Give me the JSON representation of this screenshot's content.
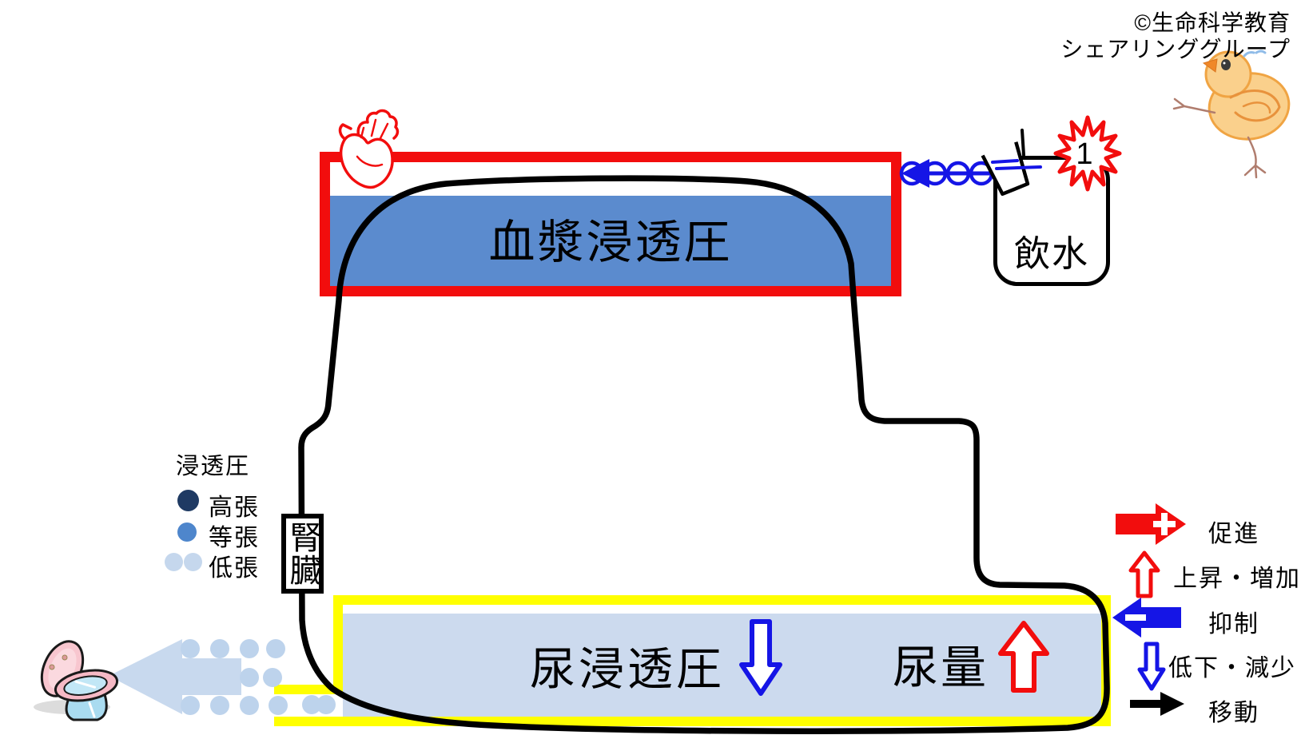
{
  "copyright": {
    "line1": "©生命科学教育",
    "line2": "シェアリンググループ"
  },
  "plasma": {
    "label": "血漿浸透圧"
  },
  "drink": {
    "label": "飲水",
    "stimulus_number": "1"
  },
  "kidney": {
    "label": "腎臓"
  },
  "urine": {
    "osmotic_label": "尿浸透圧",
    "volume_label": "尿量"
  },
  "osmotic_legend": {
    "title": "浸透圧",
    "items": [
      {
        "label": "高張",
        "tone": "hypertonic",
        "color": "#1F3A63"
      },
      {
        "label": "等張",
        "tone": "isotonic",
        "color": "#4E86CC"
      },
      {
        "label": "低張",
        "tone": "hypotonic",
        "color": "#C5D7ED"
      }
    ]
  },
  "arrow_legend": {
    "items": [
      {
        "label": "促進",
        "symbol": "red-right-arrow-plus"
      },
      {
        "label": "上昇・増加",
        "symbol": "red-outline-up-arrow"
      },
      {
        "label": "抑制",
        "symbol": "blue-left-arrow-minus"
      },
      {
        "label": "低下・減少",
        "symbol": "blue-outline-down-arrow"
      },
      {
        "label": "移動",
        "symbol": "black-right-arrow"
      }
    ]
  },
  "icons": {
    "heart": "anatomical-heart-outline",
    "cup": "tilted-drinking-glass",
    "burst": "explosion-star-badge",
    "toilet": "cartoon-toilet",
    "chick": "crayon-chick-drawing",
    "water_intake": "blue-chain-arrow-left",
    "urine_flow": "light-blue-block-arrow-left",
    "urine_droplets": "light-blue-dot-grid"
  },
  "colors": {
    "red": "#F20D0D",
    "plasma_blue": "#5B8BCE",
    "dilute_blue": "#CCDAEE",
    "hypertonic_navy": "#1F3A63",
    "signal_blue": "#1515E6",
    "yellow": "#FFFF00",
    "black": "#000000"
  }
}
